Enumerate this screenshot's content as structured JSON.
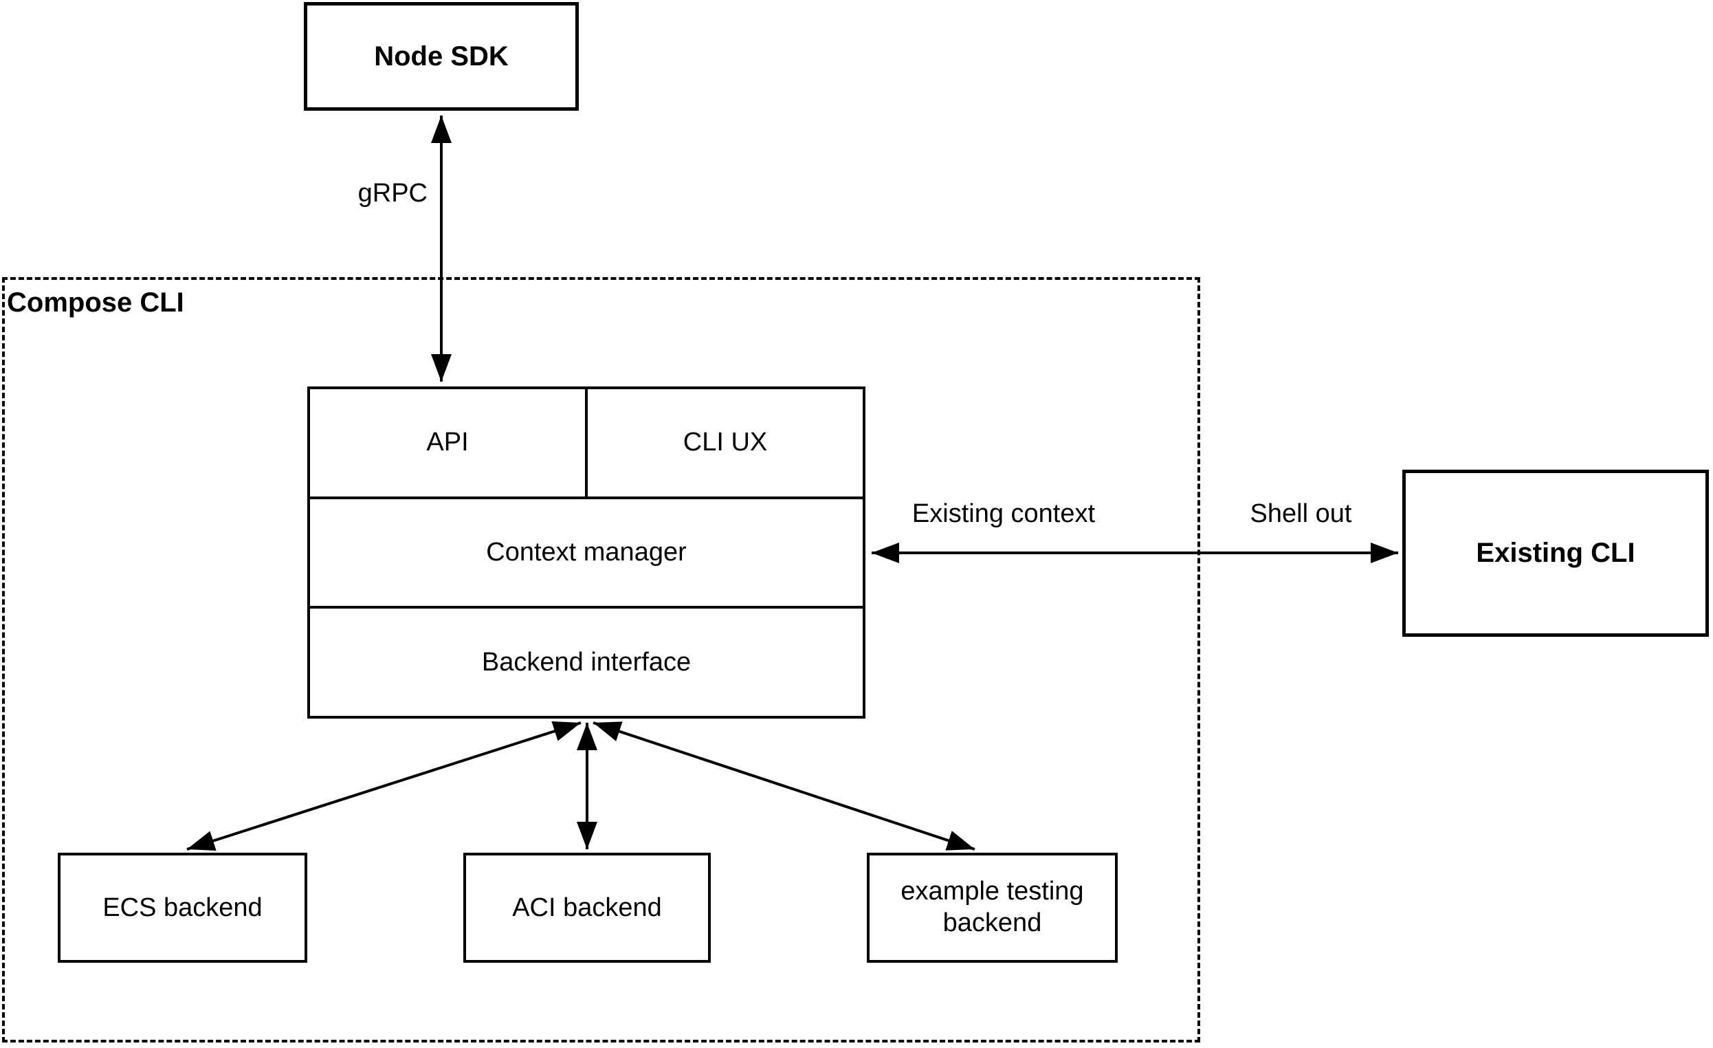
{
  "nodes": {
    "node_sdk": {
      "label": "Node SDK"
    },
    "compose_cli_group": {
      "label": "Compose CLI"
    },
    "api": {
      "label": "API"
    },
    "cli_ux": {
      "label": "CLI UX"
    },
    "context_manager": {
      "label": "Context manager"
    },
    "backend_interface": {
      "label": "Backend interface"
    },
    "existing_cli": {
      "label": "Existing CLI"
    },
    "ecs_backend": {
      "label": "ECS backend"
    },
    "aci_backend": {
      "label": "ACI backend"
    },
    "example_testing_backend": {
      "label": "example testing backend"
    }
  },
  "edge_labels": {
    "grpc": {
      "label": "gRPC"
    },
    "existing_context": {
      "label": "Existing context"
    },
    "shell_out": {
      "label": "Shell out"
    }
  },
  "colors": {
    "stroke": "#000000",
    "background": "#ffffff"
  }
}
